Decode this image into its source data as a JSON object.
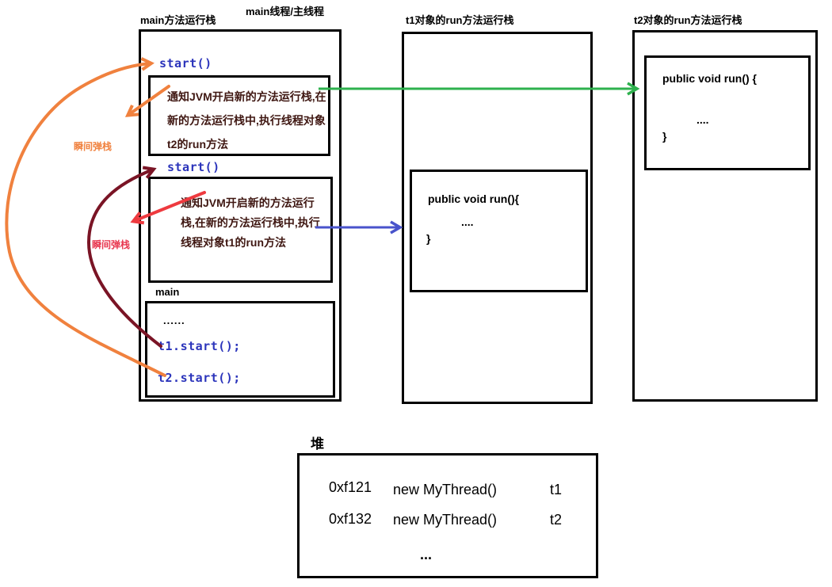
{
  "titles": {
    "main_stack": "main方法运行栈",
    "main_thread": "main线程/主线程",
    "t1_stack": "t1对象的run方法运行栈",
    "t2_stack": "t2对象的run方法运行栈",
    "heap": "堆"
  },
  "main_stack": {
    "start_call_t2": "start()",
    "note_t2_lines": [
      "通知JVM开启新的方法运行栈,在",
      "新的方法运行栈中,执行线程对象",
      "t2的run方法"
    ],
    "start_call_t1": "start()",
    "note_t1_lines": [
      "通知JVM开启新的方法运行",
      "栈,在新的方法运行栈中,执行",
      "线程对象t1的run方法"
    ],
    "main_frame_label": "main",
    "code": {
      "ellipsis": "......",
      "t1_call": "t1.start();",
      "t2_call": "t2.start();"
    }
  },
  "t1_stack": {
    "run_lines": [
      "public void run(){",
      "....",
      "}"
    ]
  },
  "t2_stack": {
    "run_lines": [
      "public void run() {",
      "....",
      "}"
    ]
  },
  "heap": {
    "entries": [
      {
        "address": "0xf121",
        "object": "new MyThread()",
        "ref": "t1"
      },
      {
        "address": "0xf132",
        "object": "new MyThread()",
        "ref": "t2"
      }
    ],
    "ellipsis": "..."
  },
  "annotations": {
    "pop_orange": "瞬间弹栈",
    "pop_red": "瞬间弹栈"
  },
  "colors": {
    "orange": "#f0813e",
    "dark_red": "#7a1425",
    "red": "#ee3a3f",
    "blue_arrow": "#4853cb",
    "green_arrow": "#2eb14e",
    "code_blue": "#2b34bb",
    "note_text": "#3f1712",
    "border": "#000000"
  }
}
